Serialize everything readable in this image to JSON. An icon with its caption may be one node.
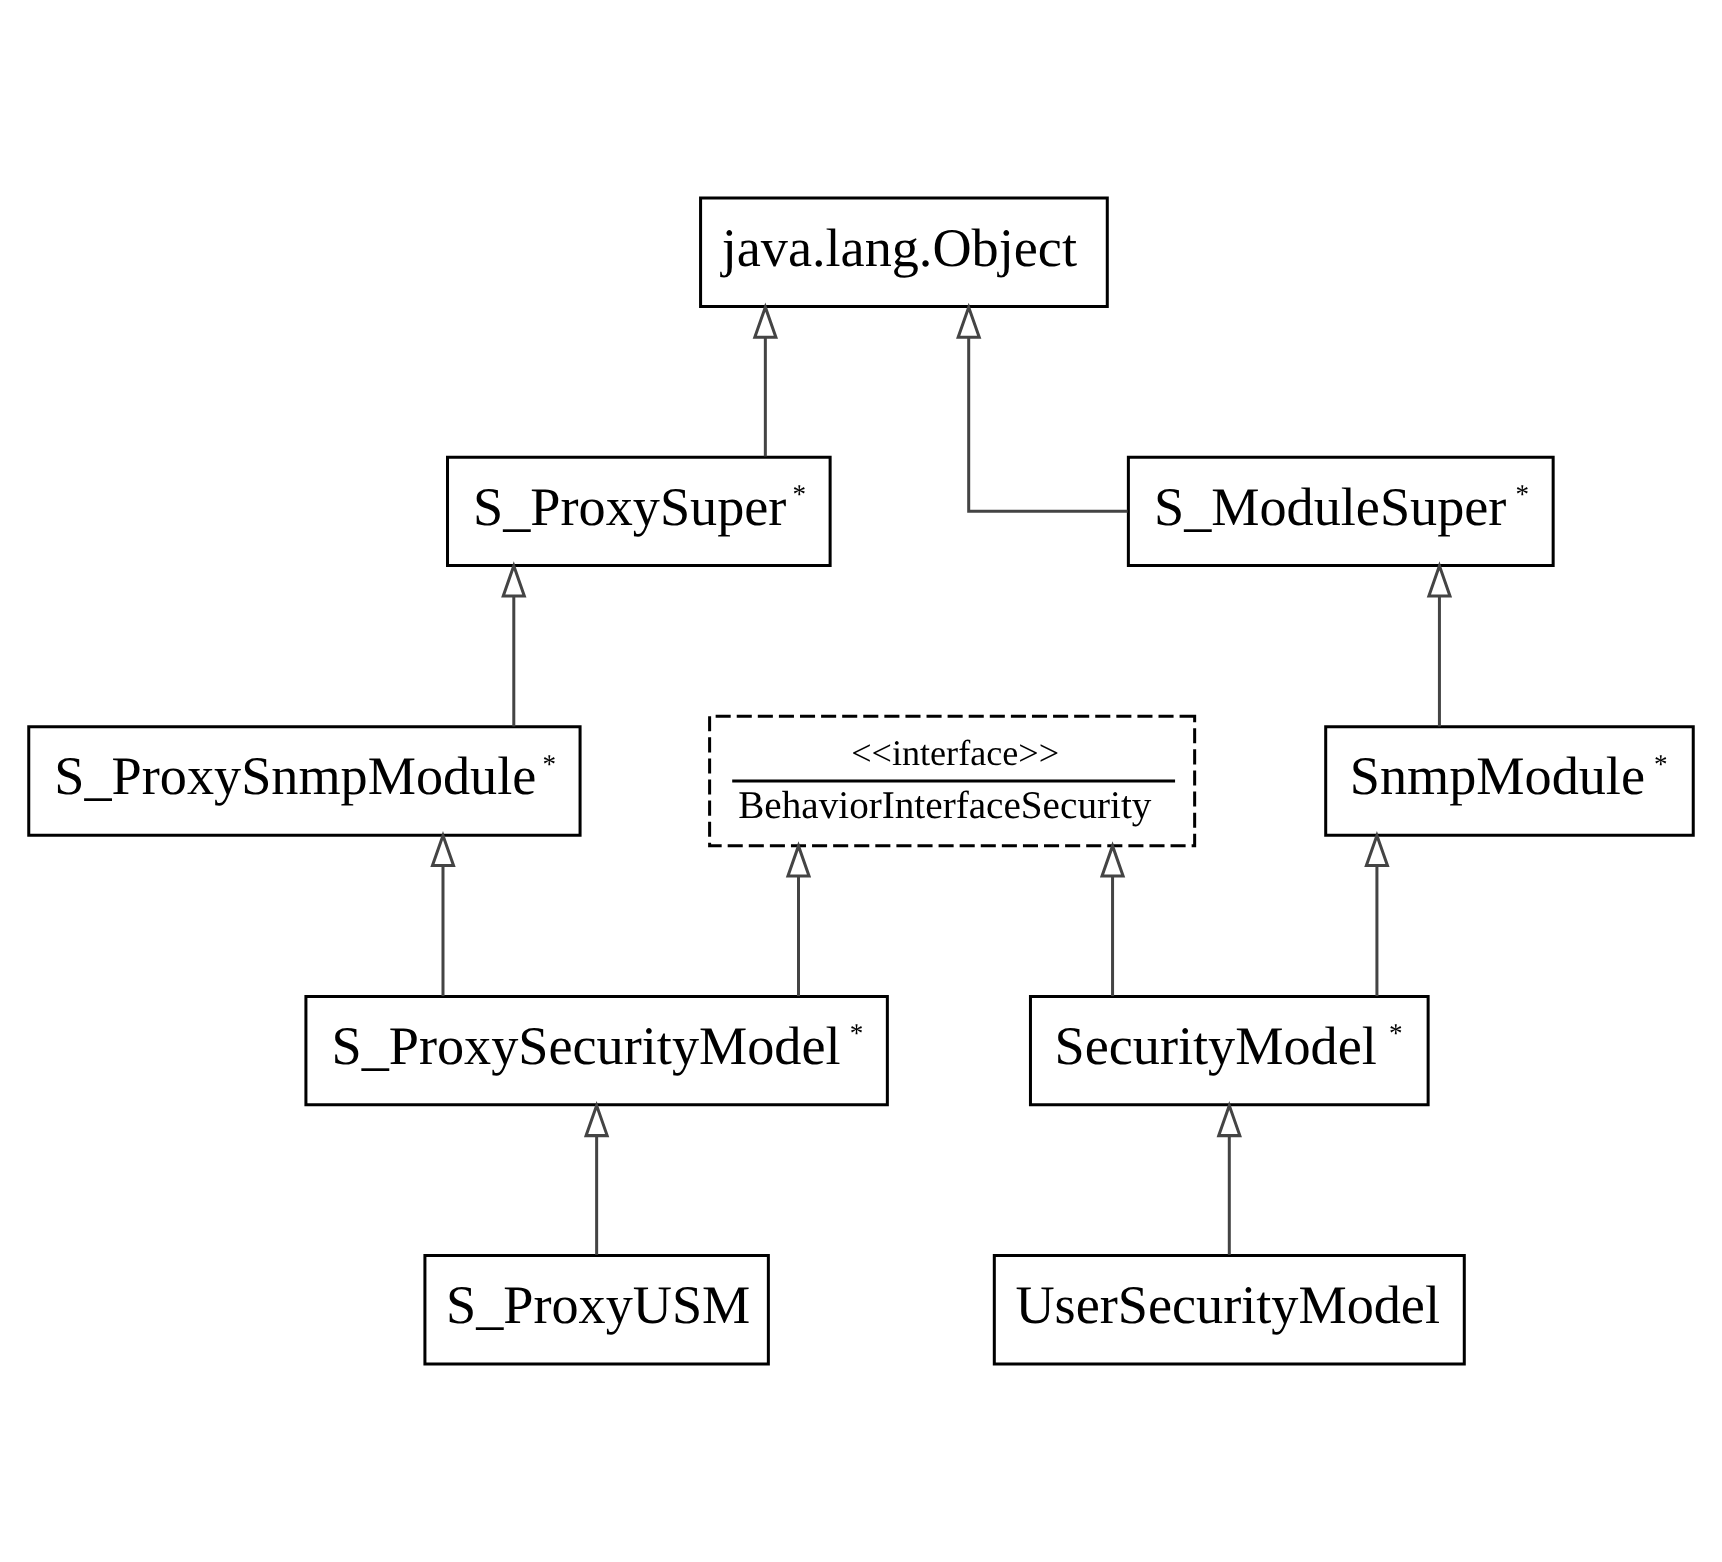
{
  "diagram": {
    "nodes": [
      {
        "text": [
          "java.lang.Object"
        ]
      },
      {
        "text": [
          "S_ModuleSuper",
          "*"
        ]
      },
      {
        "text": [
          "S_ProxySuper",
          "*"
        ]
      },
      {
        "text": [
          "SnmpModule",
          "*"
        ]
      },
      {
        "text": [
          "S_ProxySnmpModule",
          "*"
        ]
      },
      {
        "text": [
          "<<interface>>",
          "BehaviorInterfaceSecurity"
        ]
      },
      {
        "text": [
          "SecurityModel",
          "*"
        ]
      },
      {
        "text": [
          "S_ProxySecurityModel",
          "*"
        ]
      },
      {
        "text": [
          "UserSecurityModel"
        ]
      },
      {
        "text": [
          "S_ProxyUSM"
        ]
      }
    ],
    "edges": [
      {
        "from": 1,
        "to": 0,
        "arrow": "to"
      },
      {
        "from": 2,
        "to": 0,
        "arrow": "to"
      },
      {
        "from": 3,
        "to": 1,
        "arrow": "to"
      },
      {
        "from": 4,
        "to": 2,
        "arrow": "to"
      },
      {
        "from": 6,
        "to": 3,
        "arrow": "to"
      },
      {
        "from": 7,
        "to": 4,
        "arrow": "to"
      },
      {
        "from": 6,
        "to": 5,
        "arrow": "to"
      },
      {
        "from": 7,
        "to": 5,
        "arrow": "to"
      },
      {
        "from": 8,
        "to": 6,
        "arrow": "to"
      },
      {
        "from": 9,
        "to": 7,
        "arrow": "to"
      }
    ]
  }
}
